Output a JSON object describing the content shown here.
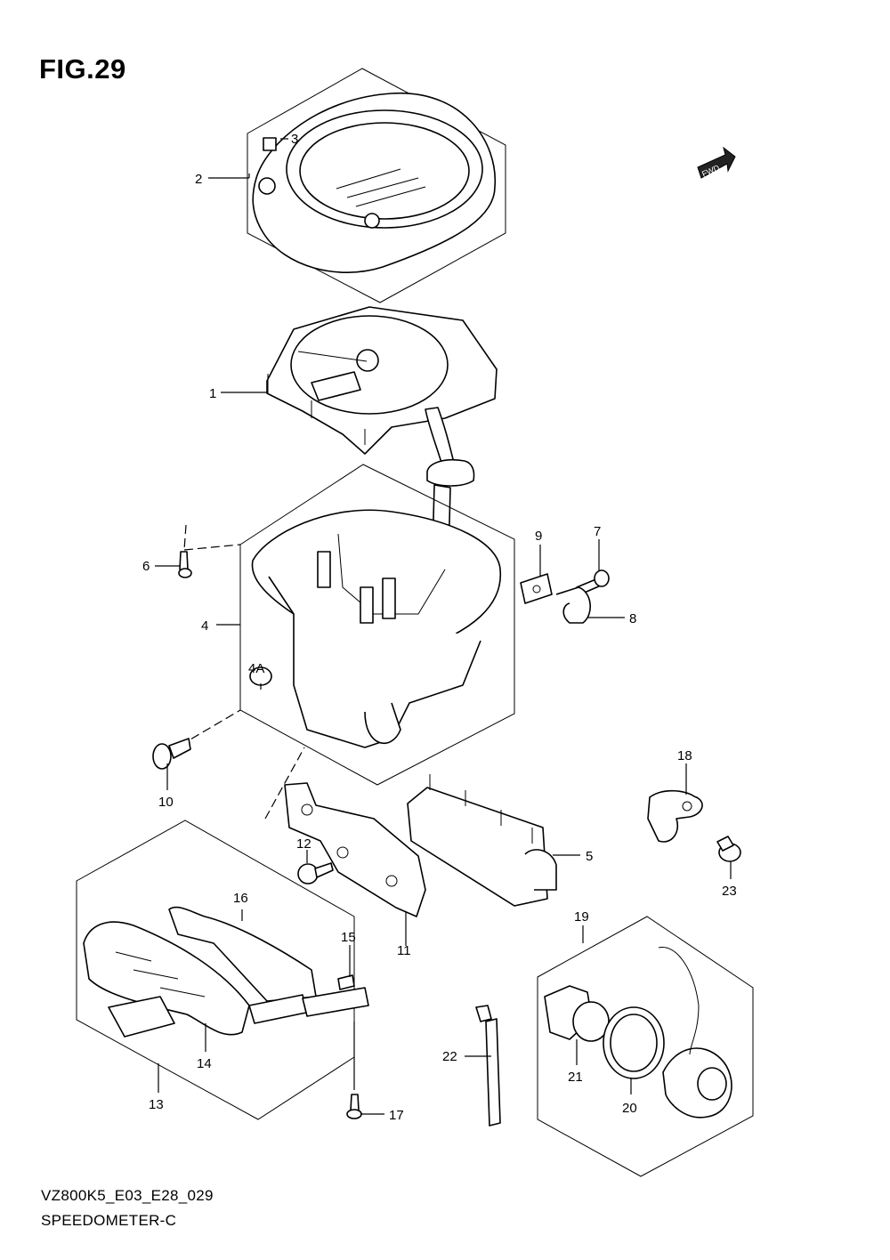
{
  "figure": {
    "title": "FIG.29",
    "model_code": "VZ800K5_E03_E28_029",
    "assembly_name": "SPEEDOMETER-C"
  },
  "direction_marker": "FWD",
  "callouts": [
    "1",
    "2",
    "3",
    "4",
    "4A",
    "5",
    "6",
    "7",
    "8",
    "9",
    "10",
    "11",
    "12",
    "13",
    "14",
    "15",
    "16",
    "17",
    "18",
    "19",
    "20",
    "21",
    "22",
    "23"
  ]
}
